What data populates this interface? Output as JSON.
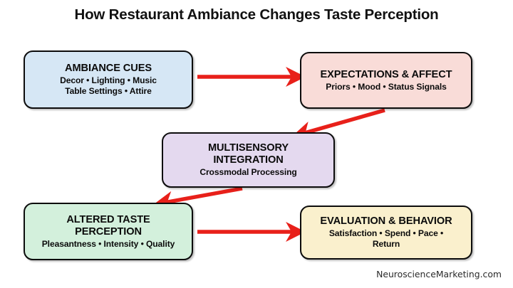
{
  "title": "How Restaurant Ambiance Changes Taste Perception",
  "footer": "NeuroscienceMarketing.com",
  "colors": {
    "arrow": "#e8201a",
    "border": "#0c0c0c",
    "ambiance_fill": "#d6e7f5",
    "expectations_fill": "#f9dcd8",
    "multisensory_fill": "#e4d9ef",
    "altered_fill": "#d3f0dc",
    "evaluation_fill": "#faf0cd"
  },
  "nodes": [
    {
      "id": "ambiance-cues",
      "heading": "AMBIANCE CUES",
      "sub_line1": "Decor • Lighting • Music",
      "sub_line2": "Table Settings • Attire"
    },
    {
      "id": "expectations-affect",
      "heading": "EXPECTATIONS & AFFECT",
      "sub_line1": "Priors • Mood • Status Signals",
      "sub_line2": ""
    },
    {
      "id": "multisensory-integration",
      "heading_line1": "MULTISENSORY",
      "heading_line2": "INTEGRATION",
      "sub_line1": "Crossmodal Processing"
    },
    {
      "id": "altered-taste-perception",
      "heading_line1": "ALTERED TASTE",
      "heading_line2": "PERCEPTION",
      "sub_line1": "Pleasantness • Intensity • Quality"
    },
    {
      "id": "evaluation-behavior",
      "heading": "EVALUATION & BEHAVIOR",
      "sub_line1": "Satisfaction • Spend • Pace •",
      "sub_line2": "Return"
    }
  ],
  "arrows": [
    {
      "id": "ambiance-to-expectations",
      "from": "ambiance-cues",
      "to": "expectations-affect",
      "direction": "right"
    },
    {
      "id": "expectations-to-multisensory",
      "from": "expectations-affect",
      "to": "multisensory-integration",
      "direction": "down-left"
    },
    {
      "id": "multisensory-to-altered",
      "from": "multisensory-integration",
      "to": "altered-taste-perception",
      "direction": "down-left"
    },
    {
      "id": "altered-to-evaluation",
      "from": "altered-taste-perception",
      "to": "evaluation-behavior",
      "direction": "right"
    }
  ]
}
